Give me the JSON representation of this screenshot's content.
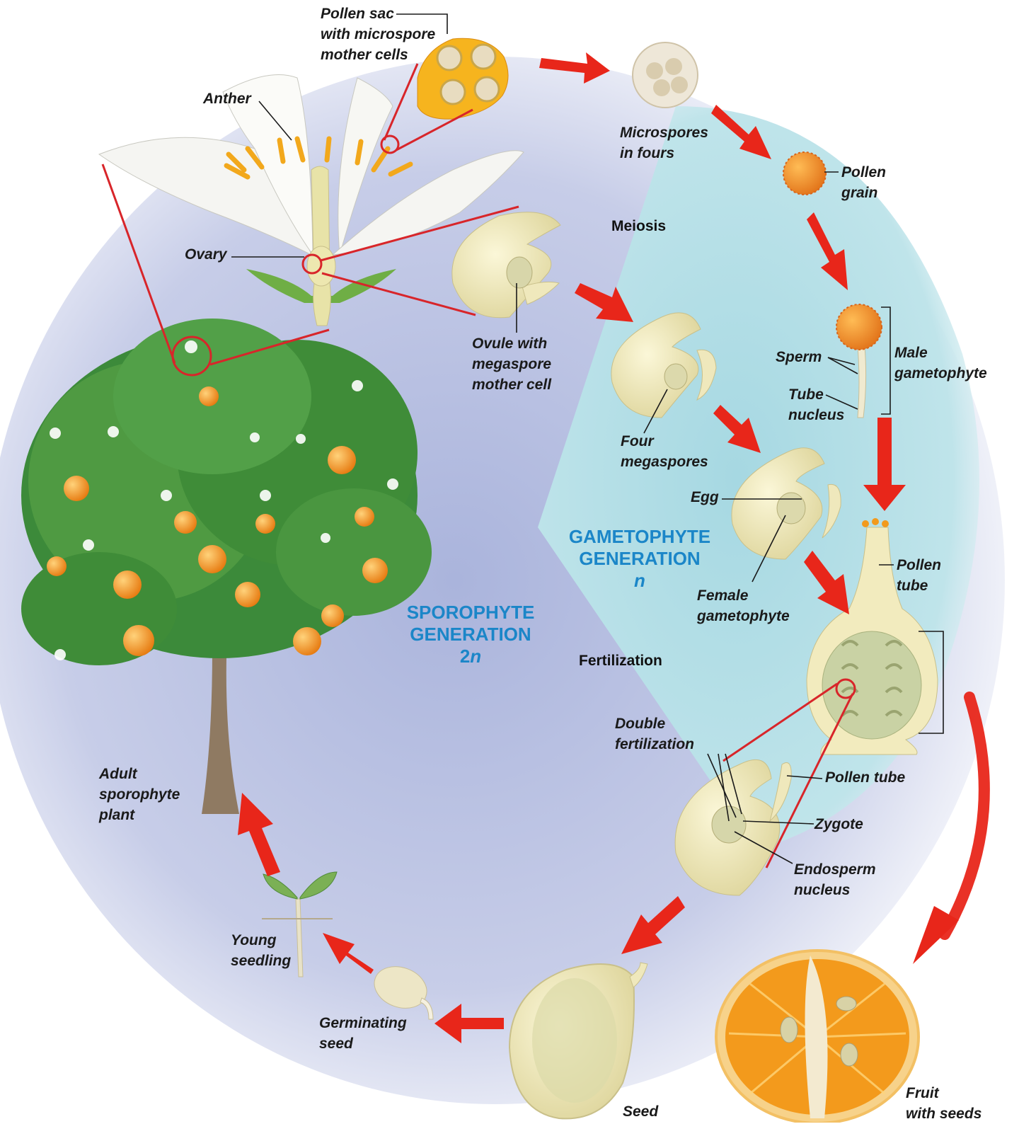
{
  "colors": {
    "sporophyte_bg": "#aab4dc",
    "gametophyte_bg": "#a6d8e2",
    "arrow": "#e8261a",
    "pointer_red": "#d8252a",
    "generation_label": "#1b86c8",
    "ovule": "#f2ecb8",
    "orange_fruit": "#f39a1c",
    "leaf": "#3c8a3a"
  },
  "labels": {
    "pollen_sac": [
      "Pollen sac",
      "with microspore",
      "mother cells"
    ],
    "anther": "Anther",
    "ovary": "Ovary",
    "ovule": [
      "Ovule with",
      "megaspore",
      "mother cell"
    ],
    "microspores": [
      "Microspores",
      "in fours"
    ],
    "pollen_grain": [
      "Pollen",
      "grain"
    ],
    "sperm": "Sperm",
    "tube_nucleus": [
      "Tube",
      "nucleus"
    ],
    "male_gametophyte": [
      "Male",
      "gametophyte"
    ],
    "four_megaspores": [
      "Four",
      "megaspores"
    ],
    "egg": "Egg",
    "female_gametophyte": [
      "Female",
      "gametophyte"
    ],
    "pollen_tube_1": [
      "Pollen",
      "tube"
    ],
    "double_fertilization": [
      "Double",
      "fertilization"
    ],
    "pollen_tube_2": "Pollen tube",
    "zygote": "Zygote",
    "endosperm": [
      "Endosperm",
      "nucleus"
    ],
    "adult_sporophyte": [
      "Adult",
      "sporophyte",
      "plant"
    ],
    "young_seedling": [
      "Young",
      "seedling"
    ],
    "germinating_seed": [
      "Germinating",
      "seed"
    ],
    "seed": "Seed",
    "fruit": [
      "Fruit",
      "with seeds"
    ]
  },
  "steps": {
    "meiosis": "Meiosis",
    "fertilization": "Fertilization"
  },
  "generations": {
    "gametophyte": {
      "line1": "GAMETOPHYTE",
      "line2": "GENERATION",
      "ploidy": "n"
    },
    "sporophyte": {
      "line1": "SPOROPHYTE",
      "line2": "GENERATION",
      "ploidy_num": "2",
      "ploidy_var": "n"
    }
  },
  "icons": [
    "flower-cross-section",
    "pollen-sac",
    "microspore-tetrad",
    "pollen-grain",
    "germinated-pollen",
    "ovule",
    "pistil",
    "fertilized-ovule",
    "seed",
    "germinating-seed",
    "seedling",
    "orange-tree",
    "orange-fruit-section",
    "cycle-arrow"
  ]
}
